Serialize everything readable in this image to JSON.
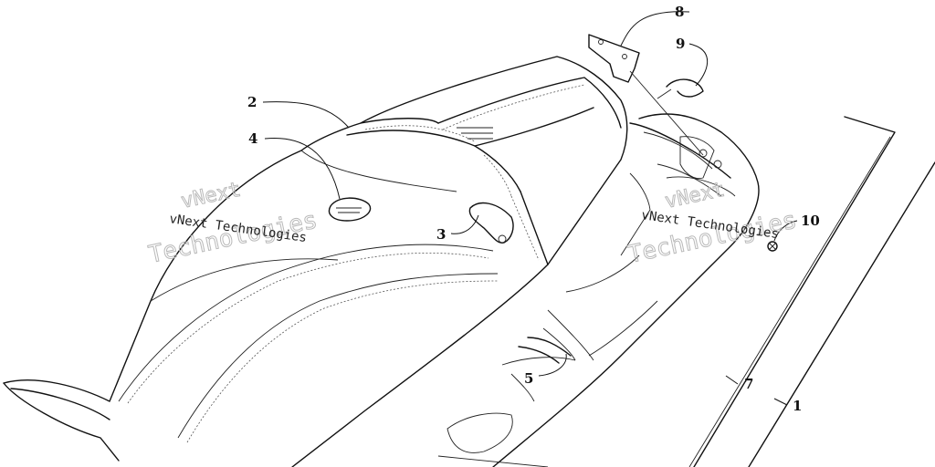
{
  "diagram": {
    "callouts": [
      {
        "id": "c1",
        "label": "1"
      },
      {
        "id": "c2",
        "label": "2"
      },
      {
        "id": "c3",
        "label": "3"
      },
      {
        "id": "c4",
        "label": "4"
      },
      {
        "id": "c5",
        "label": "5"
      },
      {
        "id": "c7",
        "label": "7"
      },
      {
        "id": "c8",
        "label": "8"
      },
      {
        "id": "c9",
        "label": "9"
      },
      {
        "id": "c10",
        "label": "10"
      }
    ],
    "watermarks": [
      {
        "line1": "vNext",
        "line2": "Technologies",
        "caption": "vNext Technologies"
      },
      {
        "line1": "vNext",
        "line2": "Technologies",
        "caption": "vNext Technologies"
      }
    ]
  }
}
